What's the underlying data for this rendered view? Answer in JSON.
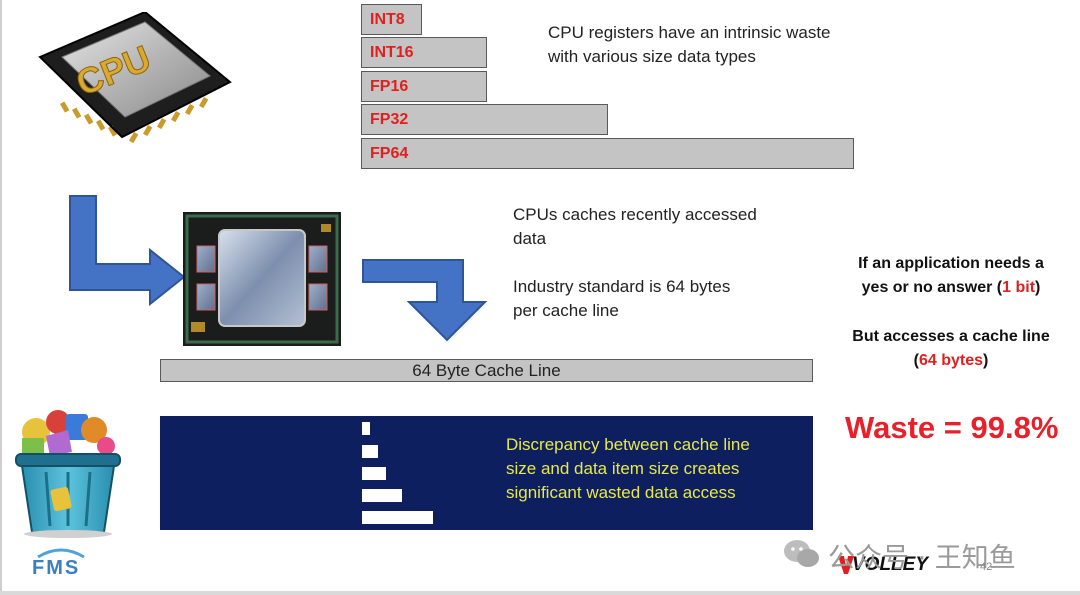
{
  "datatypes": [
    {
      "label": "INT8"
    },
    {
      "label": "INT16"
    },
    {
      "label": "FP16"
    },
    {
      "label": "FP32"
    },
    {
      "label": "FP64"
    }
  ],
  "cpu_chip": {
    "label": "CPU"
  },
  "registers_text": {
    "line1": "CPU registers have an intrinsic waste",
    "line2": "with various size data types"
  },
  "cache_text": {
    "line1": "CPUs caches recently accessed",
    "line2": "data",
    "line3": "Industry standard is 64 bytes",
    "line4": "per cache line"
  },
  "cache_line": {
    "label": "64 Byte Cache Line"
  },
  "discrepancy_text": {
    "line1": "Discrepancy between cache line",
    "line2": "size and data item size creates",
    "line3": "significant wasted data access"
  },
  "right_panel": {
    "q1_line1": "If an application needs a",
    "q1_line2a": "yes or no answer (",
    "q1_highlight": "1 bit",
    "q1_line2b": ")",
    "q2_line1": "But accesses a cache line",
    "q2_line2a": "(",
    "q2_highlight": "64 bytes",
    "q2_line2b": ")"
  },
  "waste": {
    "label": "Waste = 99.8%"
  },
  "footer": {
    "logo_fms": "FMS",
    "logo_volley": "VOLLEY",
    "watermark": "公众号 · 王知鱼",
    "page_number": "42"
  },
  "colors": {
    "highlight_red": "#e02020",
    "navy": "#0e1f5f",
    "yellow_text": "#e8e84a",
    "arrow_blue": "#4472c4",
    "bar_gray": "#c4c4c4"
  }
}
